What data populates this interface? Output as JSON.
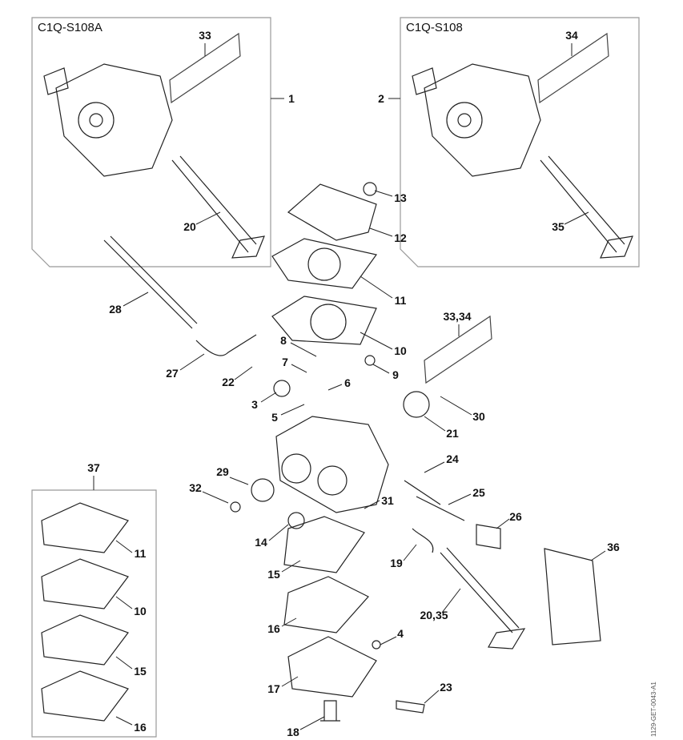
{
  "kits": {
    "left": "C1Q-S108A",
    "right": "C1Q-S108"
  },
  "callouts": {
    "c1": "1",
    "c2": "2",
    "c33a": "33",
    "c34a": "34",
    "c20a": "20",
    "c35a": "35",
    "c13": "13",
    "c12": "12",
    "c11": "11",
    "c10": "10",
    "c9": "9",
    "c3334": "33,34",
    "c28": "28",
    "c8": "8",
    "c7": "7",
    "c6": "6",
    "c27": "27",
    "c22": "22",
    "c3": "3",
    "c5": "5",
    "c30": "30",
    "c21": "21",
    "c24": "24",
    "c29": "29",
    "c25": "25",
    "c32": "32",
    "c31": "31",
    "c26": "26",
    "c37": "37",
    "c36": "36",
    "c14": "14",
    "c19": "19",
    "c11b": "11",
    "c15": "15",
    "c2035": "20,35",
    "c10b": "10",
    "c16": "16",
    "c4": "4",
    "c15b": "15",
    "c17": "17",
    "c23": "23",
    "c16b": "16",
    "c18": "18"
  },
  "drawing_code": "1129-GET-0043-A1"
}
